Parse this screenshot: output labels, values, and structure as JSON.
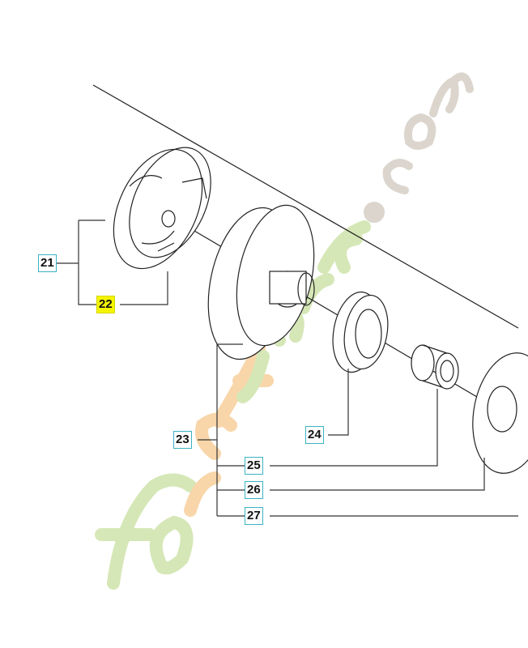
{
  "watermark": "foretjardin.com",
  "callouts": [
    {
      "id": "21",
      "highlighted": false
    },
    {
      "id": "22",
      "highlighted": true
    },
    {
      "id": "23",
      "highlighted": false
    },
    {
      "id": "24",
      "highlighted": false
    },
    {
      "id": "25",
      "highlighted": false
    },
    {
      "id": "26",
      "highlighted": false
    },
    {
      "id": "27",
      "highlighted": false
    }
  ],
  "colors": {
    "callout_border": "#3bb3c3",
    "highlight": "#f5f500",
    "watermark_green": "#c9e0a0",
    "watermark_orange": "#f6c98e",
    "watermark_gray": "#cfc8bd"
  }
}
